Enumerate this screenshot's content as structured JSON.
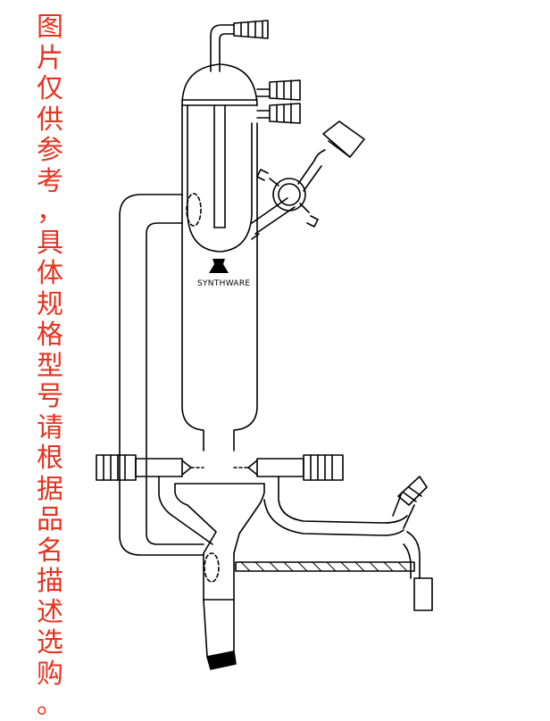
{
  "notice": {
    "text": "图片仅供参考，具体规格型号请根据品名描述选购。",
    "chars": [
      "图",
      "片",
      "仅",
      "供",
      "参",
      "考",
      "，",
      "具",
      "体",
      "规",
      "格",
      "型",
      "号",
      "请",
      "根",
      "据",
      "品",
      "名",
      "描",
      "述",
      "选",
      "购",
      "。"
    ],
    "color": "#e8321e"
  },
  "brand": {
    "name": "SYNTHWARE",
    "logo": "flask-logo-icon"
  },
  "colors": {
    "line": "#000000",
    "background": "#ffffff"
  }
}
